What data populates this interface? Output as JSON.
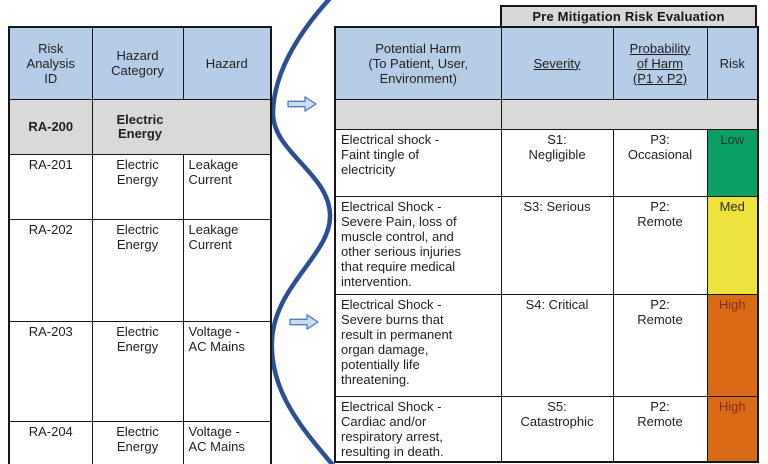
{
  "banner": "Pre Mitigation Risk Evaluation",
  "colors": {
    "header_blue": "#b6cde8",
    "spacer_gray": "#d9d9d9",
    "risk_low_green": "#0b9f63",
    "risk_med_yellow": "#ede23e",
    "risk_high_orange": "#d96a16",
    "curve_blue": "#2b4f93",
    "arrow_fill": "#c9dcf0",
    "arrow_stroke": "#4e7db8"
  },
  "left_table": {
    "headers": [
      "Risk\nAnalysis\nID",
      "Hazard\nCategory",
      "Hazard"
    ],
    "group_row": {
      "id": "RA-200",
      "category": "Electric\nEnergy"
    },
    "rows": [
      {
        "id": "RA-201",
        "category": "Electric\nEnergy",
        "hazard": "Leakage\nCurrent"
      },
      {
        "id": "RA-202",
        "category": "Electric\nEnergy",
        "hazard": "Leakage\nCurrent"
      },
      {
        "id": "RA-203",
        "category": "Electric\nEnergy",
        "hazard": "Voltage -\nAC Mains"
      },
      {
        "id": "RA-204",
        "category": "Electric\nEnergy",
        "hazard": "Voltage -\nAC Mains"
      }
    ]
  },
  "right_table": {
    "headers": {
      "harm": "Potential Harm\n(To Patient, User,\nEnvironment)",
      "severity": "Severity",
      "probability": "Probability\nof Harm\n(P1 x P2)",
      "risk": "Risk"
    },
    "rows": [
      {
        "harm": "Electrical shock -\nFaint tingle of\nelectricity",
        "severity": "S1:\nNegligible",
        "probability": "P3:\nOccasional",
        "risk": "Low",
        "risk_bg": "#0b9f63",
        "risk_fg": "#16382a"
      },
      {
        "harm": "Electrical Shock -\nSevere Pain, loss of\nmuscle control, and\nother serious injuries\nthat require medical\nintervention.",
        "severity": "S3: Serious",
        "probability": "P2:\nRemote",
        "risk": "Med",
        "risk_bg": "#ede23e",
        "risk_fg": "#2c2c1a"
      },
      {
        "harm": "Electrical Shock -\nSevere burns that\nresult in permanent\norgan damage,\npotentially life\nthreatening.",
        "severity": "S4: Critical",
        "probability": "P2:\nRemote",
        "risk": "High",
        "risk_bg": "#d96a16",
        "risk_fg": "#832d05"
      },
      {
        "harm": "Electrical Shock -\nCardiac and/or\nrespiratory arrest,\nresulting in death.",
        "severity": "S5:\nCatastrophic",
        "probability": "P2:\nRemote",
        "risk": "High",
        "risk_bg": "#d96a16",
        "risk_fg": "#832d05"
      }
    ]
  }
}
